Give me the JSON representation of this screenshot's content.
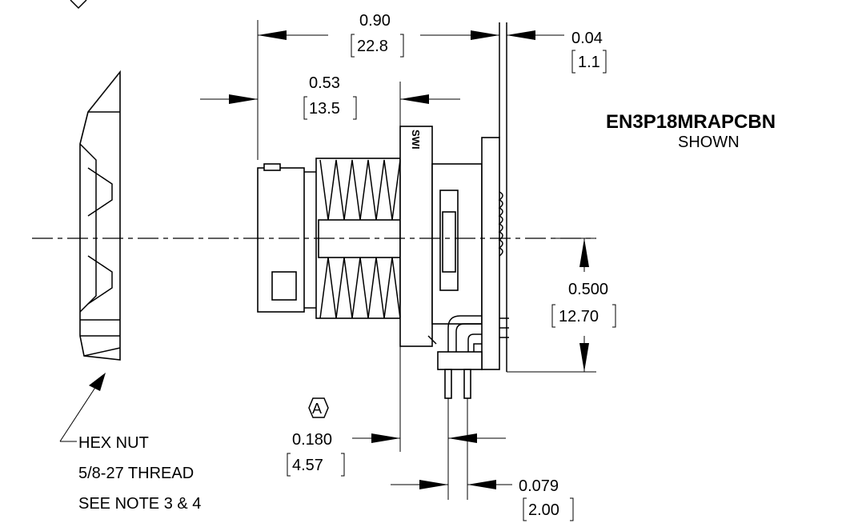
{
  "part_number": {
    "line1": "EN3P18MRAPCBN",
    "line2": "SHOWN"
  },
  "dimensions": [
    {
      "id": "overall-length",
      "inch": "0.90",
      "mm": "22.8"
    },
    {
      "id": "panel-thickness",
      "inch": "0.04",
      "mm": "1.1"
    },
    {
      "id": "thread-length",
      "inch": "0.53",
      "mm": "13.5"
    },
    {
      "id": "centerline-height",
      "inch": "0.500",
      "mm": "12.70"
    },
    {
      "id": "pin-offset",
      "inch": "0.180",
      "mm": "4.57"
    },
    {
      "id": "pin-pitch",
      "inch": "0.079",
      "mm": "2.00"
    }
  ],
  "datum": {
    "label": "A"
  },
  "callout": {
    "line1": "HEX NUT",
    "line2": "5/8-27 THREAD",
    "line3": "SEE NOTE 3 & 4"
  },
  "flange_marking": "SWI"
}
